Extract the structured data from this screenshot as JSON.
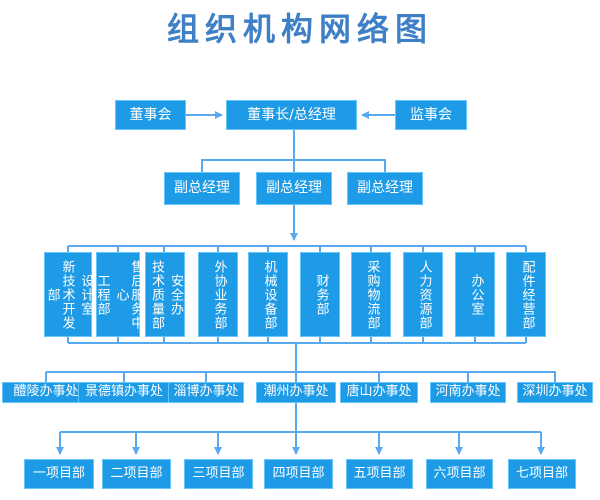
{
  "title": "组织机构网络图",
  "colors": {
    "box": "#1e9be6",
    "line": "#58a9f0",
    "title": "#3f7fc6"
  },
  "board": "董事会",
  "chairman": "董事长/总经理",
  "supervisors": "监事会",
  "vice_gm": [
    "副总经理",
    "副总经理",
    "副总经理"
  ],
  "departments": [
    {
      "cols": [
        "新技术开发部",
        "设计室"
      ]
    },
    {
      "cols": [
        "工程部",
        "售后服务中心"
      ]
    },
    {
      "cols": [
        "技术质量部",
        "安全办"
      ]
    },
    {
      "cols": [
        "外协业务部"
      ]
    },
    {
      "cols": [
        "机械设备部"
      ]
    },
    {
      "cols": [
        "财务部"
      ]
    },
    {
      "cols": [
        "采购物流部"
      ]
    },
    {
      "cols": [
        "人力资源部"
      ]
    },
    {
      "cols": [
        "办公室"
      ]
    },
    {
      "cols": [
        "配件经营部"
      ]
    }
  ],
  "offices": [
    "醴陵办事处",
    "景德镇办事处",
    "淄博办事处",
    "潮州办事处",
    "唐山办事处",
    "河南办事处",
    "深圳办事处"
  ],
  "projects": [
    "一项目部",
    "二项目部",
    "三项目部",
    "四项目部",
    "五项目部",
    "六项目部",
    "七项目部"
  ]
}
